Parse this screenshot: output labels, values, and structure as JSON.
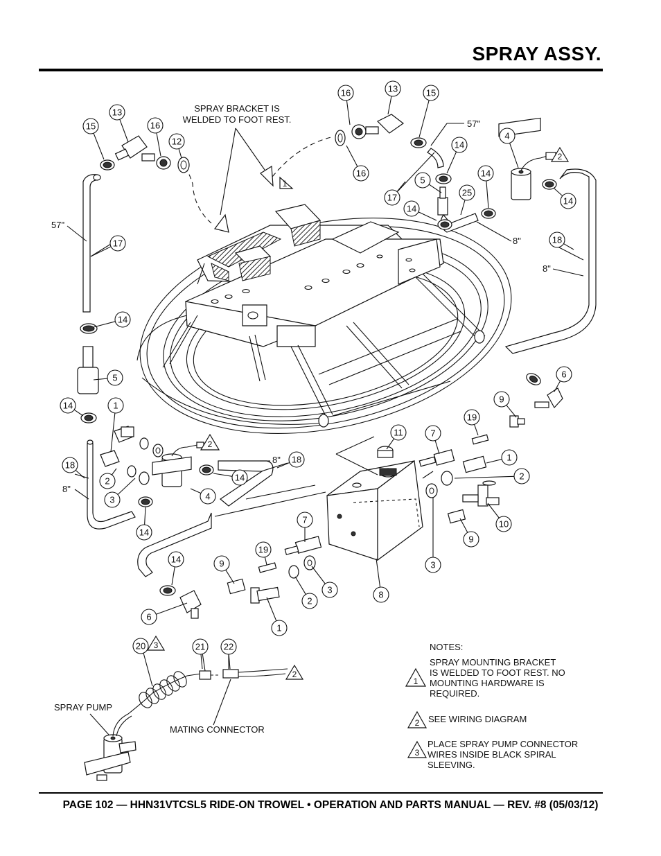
{
  "header": {
    "title": "SPRAY ASSY."
  },
  "footer": {
    "text": "PAGE 102 — HHN31VTCSL5 RIDE-ON TROWEL • OPERATION AND PARTS MANUAL — REV. #8 (05/03/12)"
  },
  "labels": {
    "bracket_note": [
      "SPRAY BRACKET IS",
      "WELDED TO FOOT REST."
    ],
    "len_57_right": "57\"",
    "len_57_left": "57\"",
    "len_8_a": "8\"",
    "len_8_b": "8\"",
    "len_8_c": "8\"",
    "len_8_d": "8\"",
    "spray_pump": "SPRAY PUMP",
    "mating_connector": "MATING CONNECTOR"
  },
  "notes": {
    "heading": "NOTES:",
    "items": [
      {
        "number": "1",
        "lines": [
          "SPRAY MOUNTING BRACKET",
          "IS WELDED TO FOOT REST. NO",
          "MOUNTING HARDWARE IS",
          "REQUIRED."
        ]
      },
      {
        "number": "2",
        "lines": [
          "SEE WIRING DIAGRAM"
        ]
      },
      {
        "number": "3",
        "lines": [
          "PLACE SPRAY PUMP CONNECTOR",
          "WIRES INSIDE BLACK SPIRAL",
          "SLEEVING."
        ]
      }
    ]
  },
  "callouts": [
    "16",
    "13",
    "15",
    "15",
    "13",
    "16",
    "12",
    "16",
    "4",
    "14",
    "14",
    "5",
    "17",
    "25",
    "14",
    "14",
    "18",
    "17",
    "14",
    "5",
    "14",
    "1",
    "2",
    "3",
    "4",
    "14",
    "18",
    "14",
    "18",
    "6",
    "9",
    "19",
    "11",
    "7",
    "1",
    "2",
    "10",
    "9",
    "3",
    "7",
    "19",
    "9",
    "14",
    "6",
    "2",
    "3",
    "8",
    "1",
    "20",
    "21",
    "22"
  ],
  "note_triangles": [
    "1",
    "2",
    "2",
    "2",
    "3"
  ]
}
